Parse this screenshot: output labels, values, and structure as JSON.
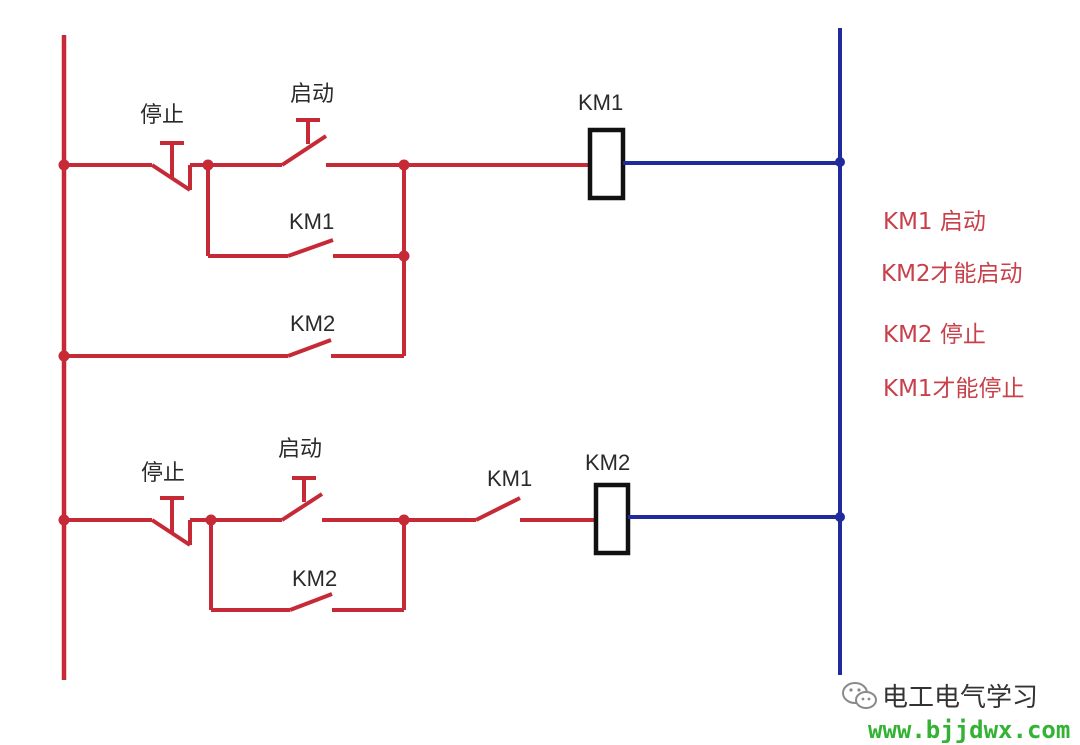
{
  "colors": {
    "left_circuit": "#c62a36",
    "right_rail": "#1f2a9c",
    "coil_outline": "#111111",
    "note_text": "#c8404a",
    "url_text": "#33b233"
  },
  "rung1": {
    "stop_label": "停止",
    "start_label": "启动",
    "seal_contact_label": "KM1",
    "interlock_contact_label": "KM2",
    "coil_label": "KM1"
  },
  "rung2": {
    "stop_label": "停止",
    "start_label": "启动",
    "permit_contact_label": "KM1",
    "seal_contact_label": "KM2",
    "coil_label": "KM2"
  },
  "notes": [
    "KM1 启动",
    "KM2才能启动",
    "KM2 停止",
    "KM1才能停止"
  ],
  "watermark": {
    "icon": "wechat-icon",
    "name": "电工电气学习",
    "url": "www.bjjdwx.com"
  }
}
